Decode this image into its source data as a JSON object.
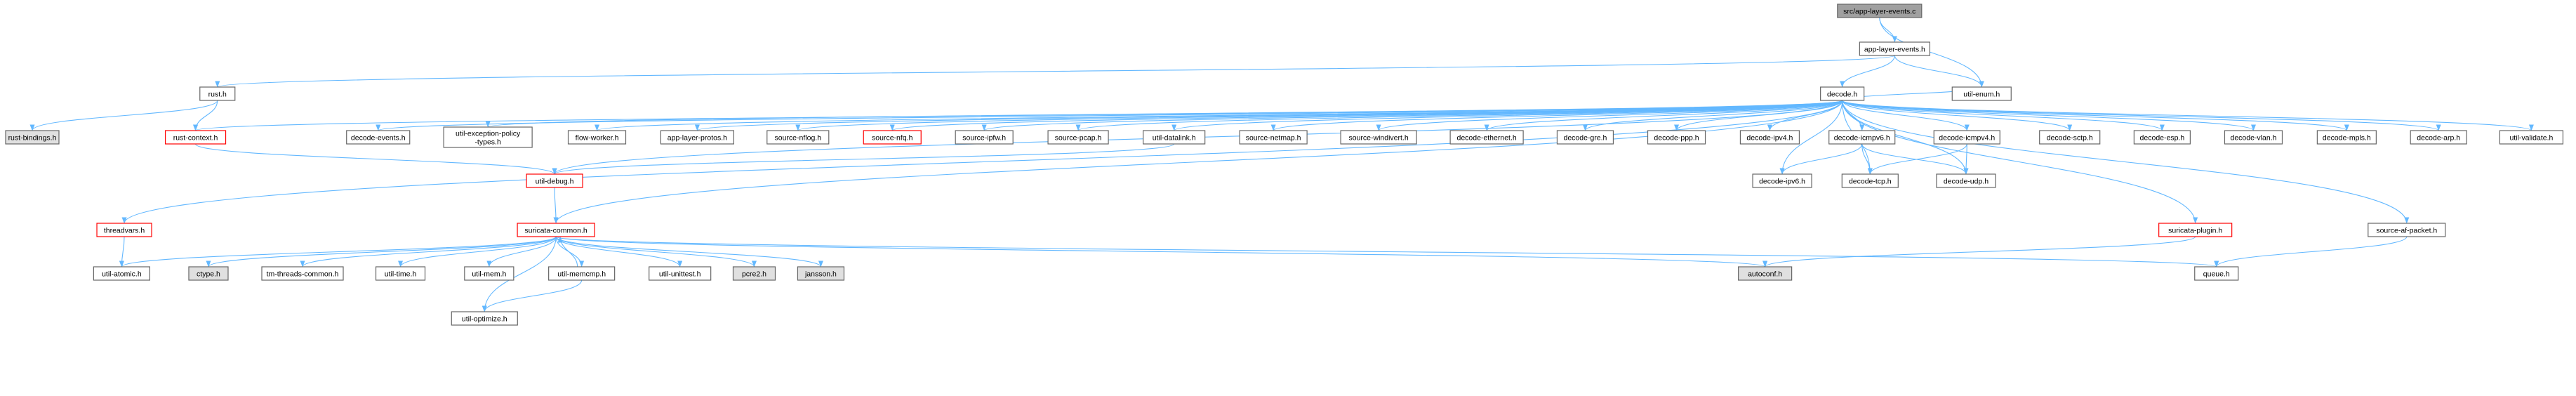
{
  "diagram": {
    "colors": {
      "edge": "#63b8ff",
      "node_fill": "#ffffff",
      "node_border": "#666666",
      "root_fill": "#a0a0a0",
      "external_fill": "#e0e0e0",
      "truncated_border": "#ff0000"
    },
    "nodes": [
      {
        "id": "root",
        "label": "src/app-layer-events.c",
        "kind": "root"
      },
      {
        "id": "app_layer_events_h",
        "label": "app-layer-events.h",
        "kind": "normal"
      },
      {
        "id": "rust_h",
        "label": "rust.h",
        "kind": "normal"
      },
      {
        "id": "decode_h",
        "label": "decode.h",
        "kind": "normal"
      },
      {
        "id": "util_enum_h",
        "label": "util-enum.h",
        "kind": "normal"
      },
      {
        "id": "rust_bindings_h",
        "label": "rust-bindings.h",
        "kind": "external"
      },
      {
        "id": "rust_context_h",
        "label": "rust-context.h",
        "kind": "truncated"
      },
      {
        "id": "decode_events_h",
        "label": "decode-events.h",
        "kind": "normal"
      },
      {
        "id": "util_exception_policy_types_h",
        "label": "util-exception-policy\n-types.h",
        "kind": "normal"
      },
      {
        "id": "flow_worker_h",
        "label": "flow-worker.h",
        "kind": "normal"
      },
      {
        "id": "app_layer_protos_h",
        "label": "app-layer-protos.h",
        "kind": "normal"
      },
      {
        "id": "source_nflog_h",
        "label": "source-nflog.h",
        "kind": "normal"
      },
      {
        "id": "source_nfq_h",
        "label": "source-nfq.h",
        "kind": "truncated"
      },
      {
        "id": "source_ipfw_h",
        "label": "source-ipfw.h",
        "kind": "normal"
      },
      {
        "id": "source_pcap_h",
        "label": "source-pcap.h",
        "kind": "normal"
      },
      {
        "id": "util_datalink_h",
        "label": "util-datalink.h",
        "kind": "normal"
      },
      {
        "id": "source_netmap_h",
        "label": "source-netmap.h",
        "kind": "normal"
      },
      {
        "id": "source_windivert_h",
        "label": "source-windivert.h",
        "kind": "normal"
      },
      {
        "id": "decode_ethernet_h",
        "label": "decode-ethernet.h",
        "kind": "normal"
      },
      {
        "id": "decode_gre_h",
        "label": "decode-gre.h",
        "kind": "normal"
      },
      {
        "id": "decode_ppp_h",
        "label": "decode-ppp.h",
        "kind": "normal"
      },
      {
        "id": "decode_ipv4_h",
        "label": "decode-ipv4.h",
        "kind": "normal"
      },
      {
        "id": "decode_icmpv6_h",
        "label": "decode-icmpv6.h",
        "kind": "normal"
      },
      {
        "id": "decode_icmpv4_h",
        "label": "decode-icmpv4.h",
        "kind": "normal"
      },
      {
        "id": "decode_sctp_h",
        "label": "decode-sctp.h",
        "kind": "normal"
      },
      {
        "id": "decode_esp_h",
        "label": "decode-esp.h",
        "kind": "normal"
      },
      {
        "id": "decode_vlan_h",
        "label": "decode-vlan.h",
        "kind": "normal"
      },
      {
        "id": "decode_mpls_h",
        "label": "decode-mpls.h",
        "kind": "normal"
      },
      {
        "id": "decode_arp_h",
        "label": "decode-arp.h",
        "kind": "normal"
      },
      {
        "id": "util_validate_h",
        "label": "util-validate.h",
        "kind": "normal"
      },
      {
        "id": "util_debug_h",
        "label": "util-debug.h",
        "kind": "truncated"
      },
      {
        "id": "decode_ipv6_h",
        "label": "decode-ipv6.h",
        "kind": "normal"
      },
      {
        "id": "decode_tcp_h",
        "label": "decode-tcp.h",
        "kind": "normal"
      },
      {
        "id": "decode_udp_h",
        "label": "decode-udp.h",
        "kind": "normal"
      },
      {
        "id": "threadvars_h",
        "label": "threadvars.h",
        "kind": "truncated"
      },
      {
        "id": "suricata_common_h",
        "label": "suricata-common.h",
        "kind": "truncated"
      },
      {
        "id": "suricata_plugin_h",
        "label": "suricata-plugin.h",
        "kind": "truncated"
      },
      {
        "id": "source_af_packet_h",
        "label": "source-af-packet.h",
        "kind": "normal"
      },
      {
        "id": "util_atomic_h",
        "label": "util-atomic.h",
        "kind": "normal"
      },
      {
        "id": "ctype_h",
        "label": "ctype.h",
        "kind": "external"
      },
      {
        "id": "tm_threads_common_h",
        "label": "tm-threads-common.h",
        "kind": "normal"
      },
      {
        "id": "util_time_h",
        "label": "util-time.h",
        "kind": "normal"
      },
      {
        "id": "util_mem_h",
        "label": "util-mem.h",
        "kind": "normal"
      },
      {
        "id": "util_memcmp_h",
        "label": "util-memcmp.h",
        "kind": "normal"
      },
      {
        "id": "util_unittest_h",
        "label": "util-unittest.h",
        "kind": "normal"
      },
      {
        "id": "pcre2_h",
        "label": "pcre2.h",
        "kind": "external"
      },
      {
        "id": "jansson_h",
        "label": "jansson.h",
        "kind": "external"
      },
      {
        "id": "autoconf_h",
        "label": "autoconf.h",
        "kind": "external"
      },
      {
        "id": "queue_h",
        "label": "queue.h",
        "kind": "normal"
      },
      {
        "id": "util_optimize_h",
        "label": "util-optimize.h",
        "kind": "normal"
      }
    ],
    "edges": [
      [
        "root",
        "app_layer_events_h"
      ],
      [
        "root",
        "util_enum_h"
      ],
      [
        "app_layer_events_h",
        "rust_h"
      ],
      [
        "app_layer_events_h",
        "decode_h"
      ],
      [
        "app_layer_events_h",
        "util_enum_h"
      ],
      [
        "rust_h",
        "rust_bindings_h"
      ],
      [
        "rust_h",
        "rust_context_h"
      ],
      [
        "rust_context_h",
        "util_debug_h"
      ],
      [
        "decode_h",
        "rust_context_h"
      ],
      [
        "decode_h",
        "threadvars_h"
      ],
      [
        "decode_h",
        "suricata_common_h"
      ],
      [
        "decode_h",
        "decode_events_h"
      ],
      [
        "decode_h",
        "util_exception_policy_types_h"
      ],
      [
        "decode_h",
        "flow_worker_h"
      ],
      [
        "decode_h",
        "app_layer_protos_h"
      ],
      [
        "decode_h",
        "source_nflog_h"
      ],
      [
        "decode_h",
        "source_nfq_h"
      ],
      [
        "decode_h",
        "source_ipfw_h"
      ],
      [
        "decode_h",
        "source_pcap_h"
      ],
      [
        "decode_h",
        "util_datalink_h"
      ],
      [
        "decode_h",
        "source_netmap_h"
      ],
      [
        "decode_h",
        "source_windivert_h"
      ],
      [
        "decode_h",
        "decode_ethernet_h"
      ],
      [
        "decode_h",
        "decode_gre_h"
      ],
      [
        "decode_h",
        "decode_ppp_h"
      ],
      [
        "decode_h",
        "decode_ipv4_h"
      ],
      [
        "decode_h",
        "decode_icmpv6_h"
      ],
      [
        "decode_h",
        "decode_icmpv4_h"
      ],
      [
        "decode_h",
        "decode_sctp_h"
      ],
      [
        "decode_h",
        "decode_esp_h"
      ],
      [
        "decode_h",
        "decode_vlan_h"
      ],
      [
        "decode_h",
        "decode_mpls_h"
      ],
      [
        "decode_h",
        "decode_arp_h"
      ],
      [
        "decode_h",
        "util_validate_h"
      ],
      [
        "decode_h",
        "util_debug_h"
      ],
      [
        "decode_h",
        "decode_ipv6_h"
      ],
      [
        "decode_h",
        "decode_tcp_h"
      ],
      [
        "decode_h",
        "decode_udp_h"
      ],
      [
        "decode_h",
        "suricata_plugin_h"
      ],
      [
        "decode_h",
        "source_af_packet_h"
      ],
      [
        "decode_h",
        "util_enum_h"
      ],
      [
        "util_datalink_h",
        "util_debug_h"
      ],
      [
        "decode_icmpv6_h",
        "decode_ipv6_h"
      ],
      [
        "decode_icmpv6_h",
        "decode_tcp_h"
      ],
      [
        "decode_icmpv6_h",
        "decode_udp_h"
      ],
      [
        "decode_icmpv4_h",
        "decode_tcp_h"
      ],
      [
        "decode_icmpv4_h",
        "decode_udp_h"
      ],
      [
        "util_debug_h",
        "suricata_common_h"
      ],
      [
        "threadvars_h",
        "util_atomic_h"
      ],
      [
        "suricata_common_h",
        "util_atomic_h"
      ],
      [
        "suricata_common_h",
        "ctype_h"
      ],
      [
        "suricata_common_h",
        "tm_threads_common_h"
      ],
      [
        "suricata_common_h",
        "util_time_h"
      ],
      [
        "suricata_common_h",
        "util_mem_h"
      ],
      [
        "suricata_common_h",
        "util_memcmp_h"
      ],
      [
        "suricata_common_h",
        "util_unittest_h"
      ],
      [
        "suricata_common_h",
        "pcre2_h"
      ],
      [
        "suricata_common_h",
        "jansson_h"
      ],
      [
        "suricata_common_h",
        "autoconf_h"
      ],
      [
        "suricata_common_h",
        "queue_h"
      ],
      [
        "suricata_common_h",
        "util_optimize_h"
      ],
      [
        "util_memcmp_h",
        "suricata_common_h"
      ],
      [
        "util_memcmp_h",
        "util_optimize_h"
      ],
      [
        "suricata_plugin_h",
        "autoconf_h"
      ],
      [
        "source_af_packet_h",
        "queue_h"
      ]
    ]
  }
}
